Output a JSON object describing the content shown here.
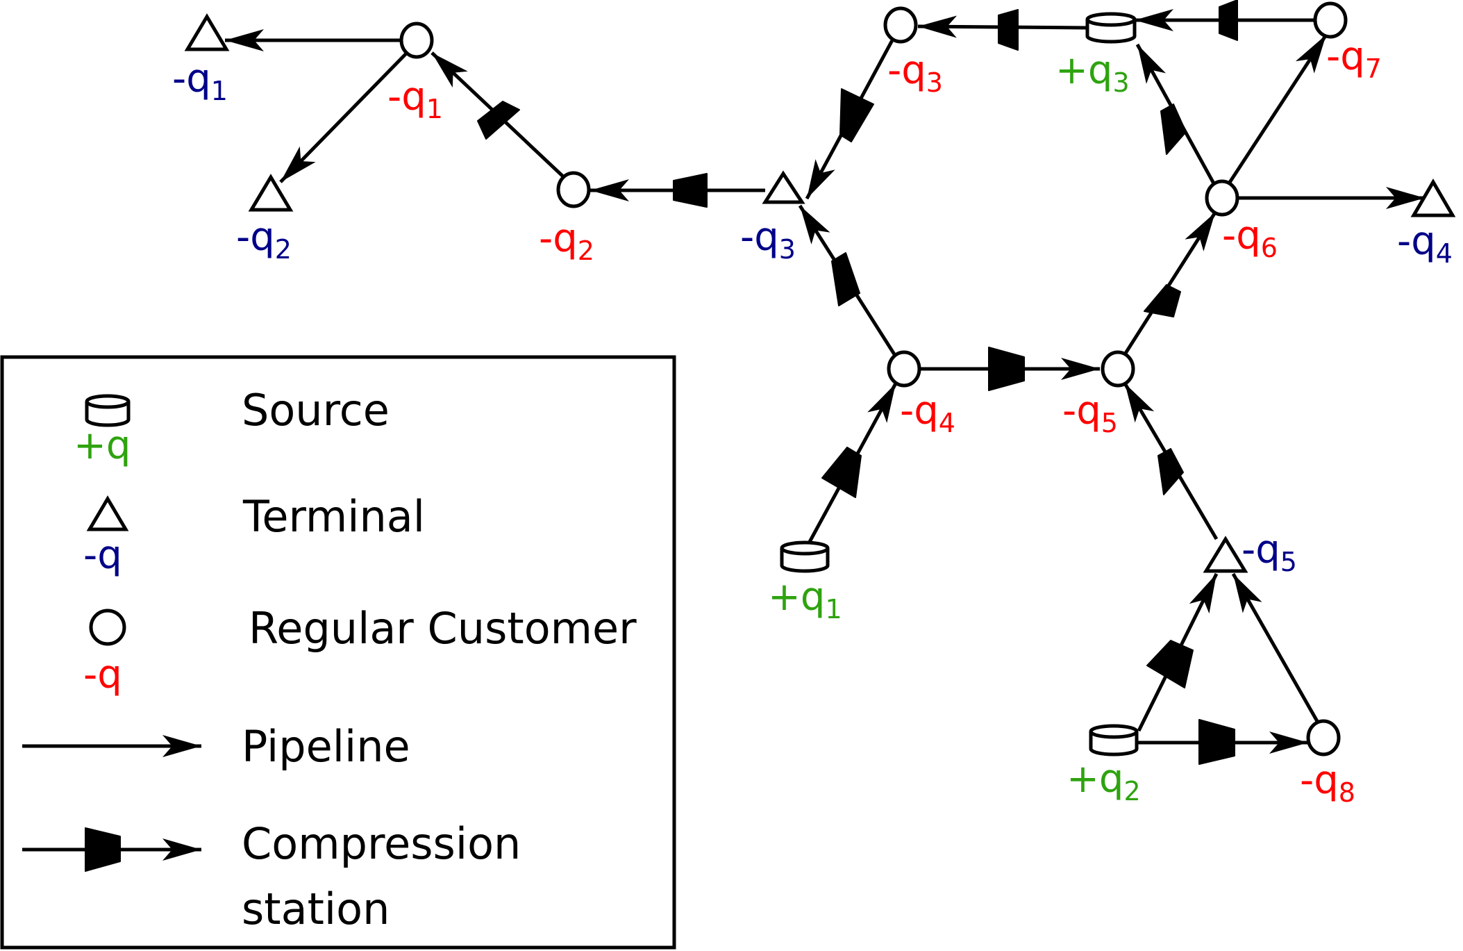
{
  "colors": {
    "source": "#2ea30f",
    "terminal": "#000088",
    "customer": "#ff0000",
    "line": "#000000"
  },
  "nodes": {
    "t1": {
      "type": "terminal",
      "sign": "-q",
      "sub": "1"
    },
    "c1": {
      "type": "customer",
      "sign": "-q",
      "sub": "1"
    },
    "t2": {
      "type": "terminal",
      "sign": "-q",
      "sub": "2"
    },
    "c2": {
      "type": "customer",
      "sign": "-q",
      "sub": "2"
    },
    "t3": {
      "type": "terminal",
      "sign": "-q",
      "sub": "3"
    },
    "c3": {
      "type": "customer",
      "sign": "-q",
      "sub": "3"
    },
    "s3": {
      "type": "source",
      "sign": "+q",
      "sub": "3"
    },
    "c7": {
      "type": "customer",
      "sign": "-q",
      "sub": "7"
    },
    "c6": {
      "type": "customer",
      "sign": "-q",
      "sub": "6"
    },
    "t4": {
      "type": "terminal",
      "sign": "-q",
      "sub": "4"
    },
    "c4": {
      "type": "customer",
      "sign": "-q",
      "sub": "4"
    },
    "c5": {
      "type": "customer",
      "sign": "-q",
      "sub": "5"
    },
    "s1": {
      "type": "source",
      "sign": "+q",
      "sub": "1"
    },
    "t5": {
      "type": "terminal",
      "sign": "-q",
      "sub": "5"
    },
    "s2": {
      "type": "source",
      "sign": "+q",
      "sub": "2"
    },
    "c8": {
      "type": "customer",
      "sign": "-q",
      "sub": "8"
    }
  },
  "edges": [
    {
      "from": "c1",
      "to": "t1",
      "compressor": false
    },
    {
      "from": "c1",
      "to": "t2",
      "compressor": false
    },
    {
      "from": "c2",
      "to": "c1",
      "compressor": true
    },
    {
      "from": "t3",
      "to": "c2",
      "compressor": true
    },
    {
      "from": "c3",
      "to": "t3",
      "compressor": true
    },
    {
      "from": "s3",
      "to": "c3",
      "compressor": true
    },
    {
      "from": "c7",
      "to": "s3",
      "compressor": true
    },
    {
      "from": "c6",
      "to": "s3",
      "compressor": true
    },
    {
      "from": "c6",
      "to": "c7",
      "compressor": false
    },
    {
      "from": "c6",
      "to": "t4",
      "compressor": false
    },
    {
      "from": "c4",
      "to": "t3",
      "compressor": true
    },
    {
      "from": "c4",
      "to": "c5",
      "compressor": true
    },
    {
      "from": "c5",
      "to": "c6",
      "compressor": true
    },
    {
      "from": "s1",
      "to": "c4",
      "compressor": true
    },
    {
      "from": "t5",
      "to": "c5",
      "compressor": true
    },
    {
      "from": "s2",
      "to": "t5",
      "compressor": true
    },
    {
      "from": "s2",
      "to": "c8",
      "compressor": true
    },
    {
      "from": "c8",
      "to": "t5",
      "compressor": false
    }
  ],
  "legend": {
    "source": {
      "label": "Source",
      "sign": "+q"
    },
    "terminal": {
      "label": "Terminal",
      "sign": "-q"
    },
    "customer": {
      "label": "Regular Customer",
      "sign": "-q"
    },
    "pipeline": {
      "label": "Pipeline"
    },
    "compression": {
      "label_line1": "Compression",
      "label_line2": "station"
    }
  }
}
